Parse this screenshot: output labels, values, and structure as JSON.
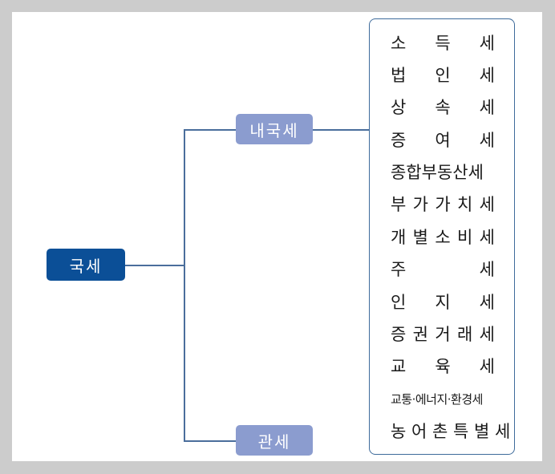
{
  "diagram": {
    "root": {
      "label": "국세"
    },
    "branches": [
      {
        "label": "내국세"
      },
      {
        "label": "관세"
      }
    ],
    "domestic_taxes": [
      "소 득 세",
      "법 인 세",
      "상 속 세",
      "증 여 세",
      "종합부동산세",
      "부 가 가 치 세",
      "개 별 소 비 세",
      "주 세",
      "인 지 세",
      "증 권 거 래 세",
      "교 육 세",
      "교통·에너지·환경세",
      "농 어 촌 특 별 세"
    ]
  },
  "colors": {
    "root_box": "#0b4f97",
    "branch_box": "#8b9ccf",
    "connector": "#4a6e9c",
    "list_border": "#3e6b9b",
    "background": "#cccccc"
  }
}
